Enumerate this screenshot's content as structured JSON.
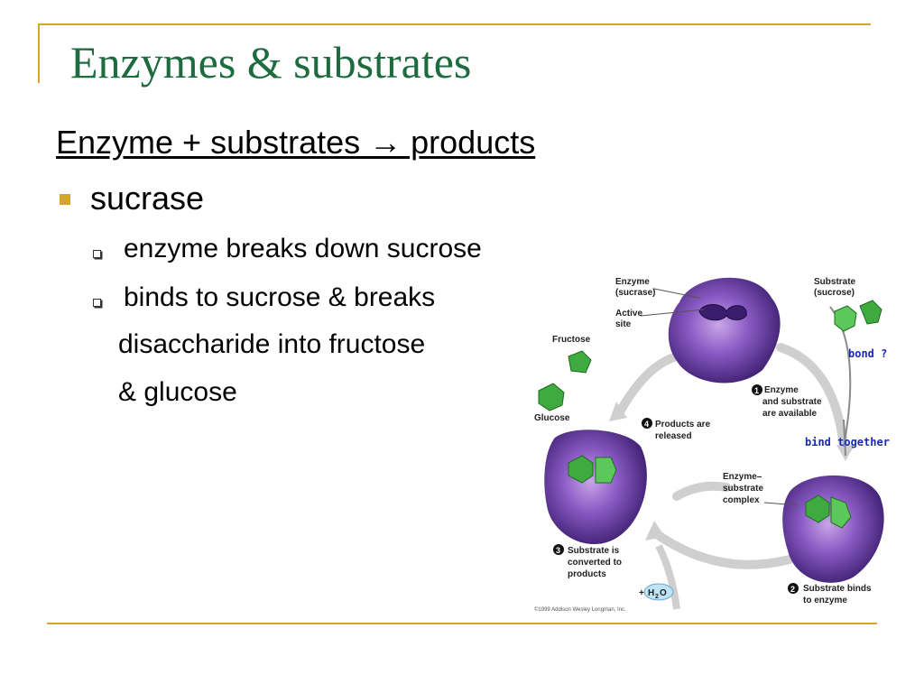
{
  "slide": {
    "title": "Enzymes & substrates",
    "equation": "Enzyme + substrates → products",
    "bullet1": "sucrase",
    "sub1": "enzyme breaks down sucrose",
    "sub2_line1": "binds to sucrose & breaks",
    "sub2_line2": "disaccharide into fructose",
    "sub2_line3": "& glucose"
  },
  "diagram": {
    "enzyme_label_1": "Enzyme",
    "enzyme_label_2": "(sucrase)",
    "active_site_1": "Active",
    "active_site_2": "site",
    "substrate_label_1": "Substrate",
    "substrate_label_2": "(sucrose)",
    "bond_note": "bond ?",
    "fructose": "Fructose",
    "glucose": "Glucose",
    "step1_num": "1",
    "step1_1": "Enzyme",
    "step1_2": "and substrate",
    "step1_3": "are available",
    "bind_note": "bind together",
    "step4_num": "4",
    "step4_1": "Products are",
    "step4_2": "released",
    "complex_1": "Enzyme–",
    "complex_2": "substrate",
    "complex_3": "complex",
    "step3_num": "3",
    "step3_1": "Substrate is",
    "step3_2": "converted to",
    "step3_3": "products",
    "h2o_plus": "+",
    "h2o_h": "H",
    "h2o_sub": "2",
    "h2o_o": "O",
    "step2_num": "2",
    "step2_1": "Substrate binds",
    "step2_2": "to enzyme",
    "copyright": "©1999 Addison Wesley Longman, Inc."
  },
  "colors": {
    "accent": "#d4a72c",
    "title": "#1e6b3f",
    "enzyme": "#6a3fa0",
    "substrate": "#3faa3f",
    "note_blue": "#1a2ab8"
  }
}
